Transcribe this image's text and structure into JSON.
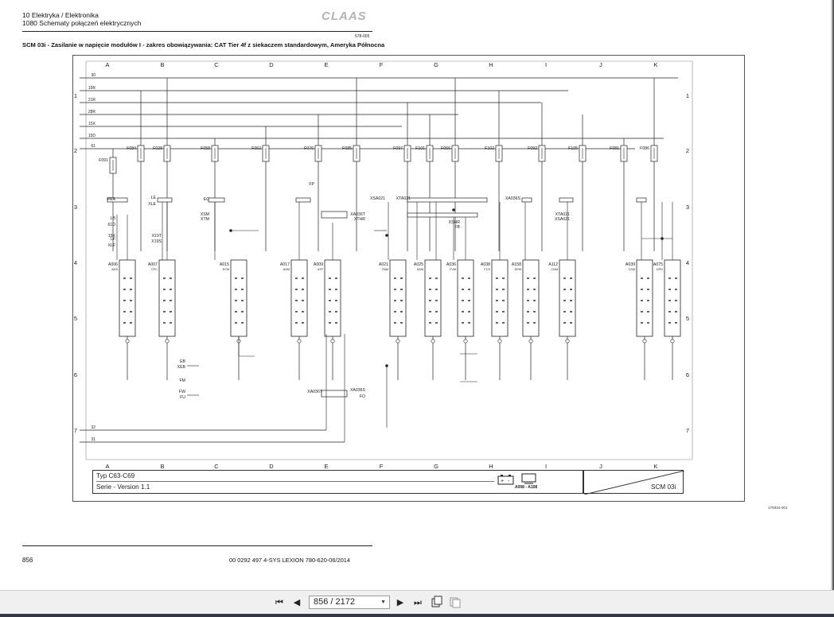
{
  "header": {
    "section": "10 Elektryka / Elektronika",
    "subsection": "1080 Schematy połączeń elektrycznych",
    "brand": "CLAAS",
    "doc_code": "578-005",
    "title": "SCM 03i - Zasilanie w napięcie modułów I - zakres obowiązywania: CAT Tier 4f z siekaczem standardowym, Ameryka Północna"
  },
  "grid": {
    "columns": [
      "A",
      "B",
      "C",
      "D",
      "E",
      "F",
      "G",
      "H",
      "I",
      "J",
      "K"
    ],
    "rows": [
      "1",
      "2",
      "3",
      "4",
      "5",
      "6",
      "7"
    ]
  },
  "diagram": {
    "bus_lines": [
      "30",
      "15R",
      "21R",
      "28R",
      "15X",
      "15D",
      "61",
      "32",
      "31"
    ],
    "fuses": [
      "F091",
      "F084",
      "F028",
      "F058",
      "F062",
      "F076",
      "F085",
      "F097",
      "F101",
      "F066",
      "F102",
      "F092",
      "F105",
      "F081",
      "F086"
    ],
    "connectors": [
      "FEA",
      "LE",
      "XLE",
      "LB",
      "61D",
      "15X",
      "LF",
      "XLF",
      "X19T",
      "X19S",
      "EC",
      "XSM",
      "XTM",
      "EB",
      "XEB",
      "FM",
      "FW",
      "FU",
      "FP",
      "XSA021",
      "XTA021",
      "XA036S",
      "XA036T",
      "XTHR",
      "XSHR",
      "FB",
      "XTA021",
      "XSA021",
      "XA036T",
      "XA036S",
      "FO"
    ],
    "modules": [
      {
        "id": "A006",
        "name": "ADS"
      },
      {
        "id": "A007",
        "name": "CFC"
      },
      {
        "id": "A015",
        "name": "ECM"
      },
      {
        "id": "A017",
        "name": "ASM"
      },
      {
        "id": "A009",
        "name": "ATP"
      },
      {
        "id": "A021",
        "name": "TMM"
      },
      {
        "id": "A025",
        "name": "SAM"
      },
      {
        "id": "A036",
        "name": "FVM"
      },
      {
        "id": "A038",
        "name": "FCS"
      },
      {
        "id": "A158",
        "name": "DPM"
      },
      {
        "id": "A112",
        "name": "CDM"
      },
      {
        "id": "A039",
        "name": "CSM"
      },
      {
        "id": "A075",
        "name": "DPH"
      }
    ]
  },
  "title_block": {
    "type": "Typ C63-C69",
    "series": "Serie - Version 1.1",
    "module_range": "A008 - A108",
    "sheet": "SCM 03i"
  },
  "ref_number": "179334-001",
  "footer": {
    "page": "856",
    "doc": "00 0292 497 4-SYS LEXION 780-620-06/2014"
  },
  "viewer": {
    "page_indicator": "856 / 2172",
    "icons": [
      "first-page-icon",
      "prev-page-icon",
      "next-page-icon",
      "last-page-icon",
      "fit-page-icon",
      "fit-width-icon"
    ]
  }
}
